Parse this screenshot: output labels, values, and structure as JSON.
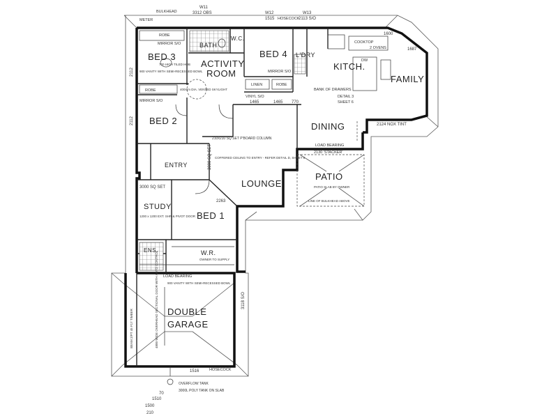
{
  "rooms": {
    "bed3": "BED 3",
    "bath": "BATH",
    "wc": "W.C.",
    "activity": "ACTIVITY",
    "activity2": "ROOM",
    "bed4": "BED 4",
    "ldry": "L'DRY",
    "kitch": "KITCH.",
    "family": "FAMILY",
    "bed2": "BED 2",
    "dining": "DINING",
    "entry": "ENTRY",
    "patio": "PATIO",
    "lounge": "LOUNGE",
    "study": "STUDY",
    "bed1": "BED 1",
    "ens": "ENS.",
    "wr": "W.R.",
    "double": "DOUBLE",
    "garage": "GARAGE"
  },
  "labels": {
    "bulkhead": "BULKHEAD",
    "robe_top": "ROBE",
    "mirror_top": "MIRROR S/O",
    "tiled_hob": "700 HIGH TILED HOB",
    "vanity_bed3": "900 VANITY WITH SEMI-RECESSED BOWL",
    "robe_bed2": "ROBE",
    "mirror_bed2": "MIRROR S/O",
    "skylight": "400mm DIA. VENTED SKYLIGHT",
    "linen": "LINEN",
    "robe_bed4": "ROBE",
    "mirror_bed4": "MIRROR S/O",
    "vinyl": "VINYL S/O",
    "hosecock": "HOSECOCK",
    "cooktop": "COOKTOP",
    "ovens": "2 OVENS",
    "dw": "DW",
    "bank_drawers": "BANK OF DRAWERS",
    "meter": "METER",
    "column": "210x210 SQ SET P'BOARD COLUMN",
    "ceiling": "COFFERED CEILING TO ENTRY - REFER DETAIL D, SHEET 6",
    "load_bearing_dining": "LOAD BEARING",
    "stacker": "2130 'STACKER'",
    "slab": "PATIO SLAB BY OWNER",
    "bulkhead_line": "LINE OF BULKHEAD ABOVE",
    "study_window": "1200 x 1200 EXT. SHR & PIVOT DOOR",
    "owner_supply": "OWNER TO SUPPLY",
    "load_bearing_garage": "LOAD BEARING",
    "garage_vanity": "900 VANITY WITH SEMI-RECESSED BOWL",
    "garage_door": "4800 WIDE OVERHEAD SECTIONAL DOOR WITH AUTO CONTROL",
    "beam": "BEAM 2/PT 45 F17 TIMBER",
    "tank": "3000L POLY TANK ON SLAB",
    "hosecock_bottom": "HOSECOCK",
    "overflow": "OVERFLOW TANK",
    "detail3": "DETAIL 3",
    "sheet6": "SHEET 6"
  },
  "dimensions": {
    "top1": "W11",
    "top2": "3312 OBS",
    "top3": "W12",
    "top4": "1515",
    "top5": "W13",
    "top6": "2113 S/O",
    "d1465a": "1465",
    "d1465b": "1465",
    "d770": "770",
    "d2124": "2124 NOX TINT",
    "d3000": "3000 SQ SET",
    "d2263": "2263",
    "d1510": "1510",
    "d1500": "1500",
    "d70": "70",
    "d210": "210",
    "d1516": "1516",
    "d3118": "3118 S/O",
    "d2112a": "2112",
    "d2112b": "2112",
    "d1687": "1687",
    "d1600": "1600",
    "d3000b": "3000 SQ SET"
  }
}
